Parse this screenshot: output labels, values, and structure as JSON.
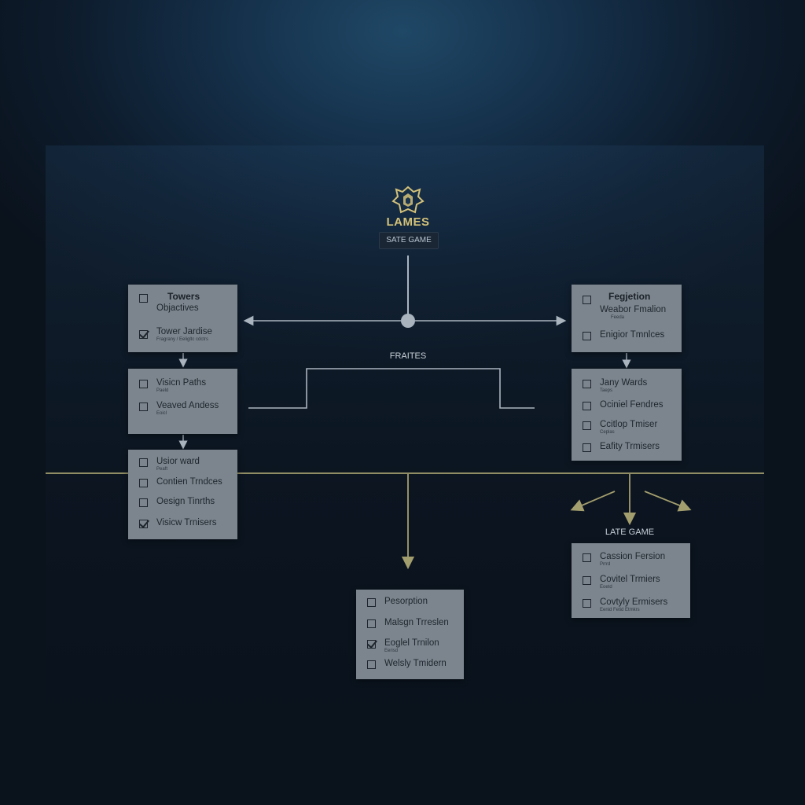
{
  "header": {
    "title": "LAMES",
    "stage": "SATE GAME"
  },
  "labels": {
    "middle": "FRAITES",
    "late": "LATE GAME"
  },
  "cards": {
    "towers": {
      "title": "Towers",
      "rows": [
        {
          "text": "Objactives",
          "sub": "",
          "checked": false
        },
        {
          "text": "Tower Jardise",
          "sub": "Fragrany / Eeligltc cdctrs",
          "checked": true
        }
      ]
    },
    "vision": {
      "rows": [
        {
          "text": "Visicn Paths",
          "sub": "Paeld",
          "checked": false
        },
        {
          "text": "Veaved Andess",
          "sub": "Eoicl",
          "checked": false
        }
      ]
    },
    "wards": {
      "rows": [
        {
          "text": "Usior ward",
          "sub": "Peaft",
          "checked": false
        },
        {
          "text": "Contien Trndces",
          "sub": "",
          "checked": false
        },
        {
          "text": "Oesign Tinrths",
          "sub": "",
          "checked": false
        },
        {
          "text": "Visicw Trnisers",
          "sub": "",
          "checked": true
        }
      ]
    },
    "fegjetion": {
      "title": "Fegjetion",
      "rows": [
        {
          "text": "Weabor Fmalion",
          "sub": "Feeda",
          "checked": false
        },
        {
          "text": "Enigior Tmnlces",
          "sub": "",
          "checked": false
        }
      ]
    },
    "jany": {
      "rows": [
        {
          "text": "Jany Wards",
          "sub": "Taeps",
          "checked": false
        },
        {
          "text": "Ociniel Fendres",
          "sub": "",
          "checked": false
        },
        {
          "text": "Ccitlop Tmiser",
          "sub": "Ceplas",
          "checked": false
        },
        {
          "text": "Eafity Trmisers",
          "sub": "",
          "checked": false
        }
      ]
    },
    "late": {
      "rows": [
        {
          "text": "Cassion Fersion",
          "sub": "Prrrd",
          "checked": false
        },
        {
          "text": "Covitel Trmiers",
          "sub": "Eoetd",
          "checked": false
        },
        {
          "text": "Covtyly Ermisers",
          "sub": "Eenid    Fetid Etmkrs",
          "checked": false
        }
      ]
    },
    "center": {
      "rows": [
        {
          "text": "Pesorption",
          "sub": "",
          "checked": false
        },
        {
          "text": "Malsgn Trreslen",
          "sub": "",
          "checked": false
        },
        {
          "text": "Eoglel Trnilon",
          "sub": "Eerisd",
          "checked": true
        },
        {
          "text": "Welsly Tmidern",
          "sub": "",
          "checked": false
        }
      ]
    }
  },
  "colors": {
    "line_light": "#aab4bf",
    "line_gold": "#a39e6e",
    "card": "#7c858e",
    "logo_gold": "#d4c27a"
  }
}
